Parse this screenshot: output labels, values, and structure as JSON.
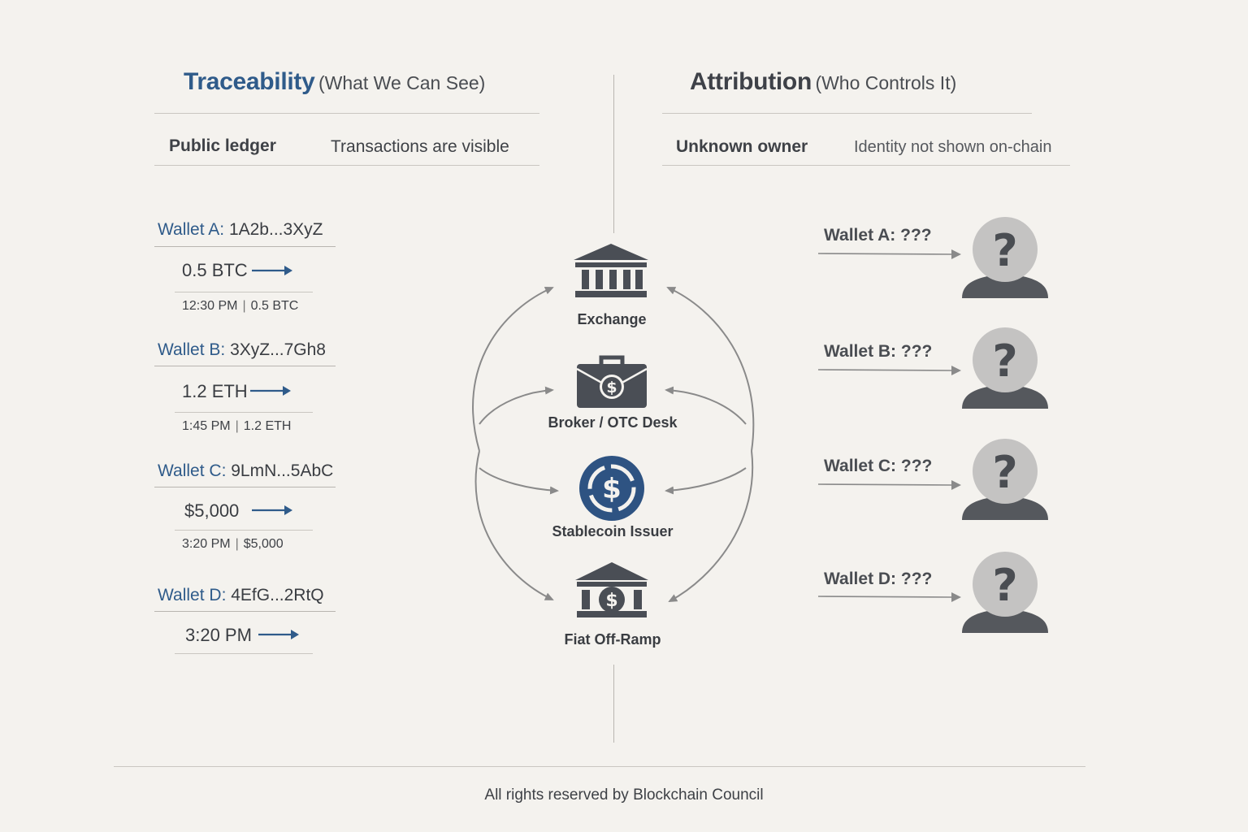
{
  "traceability": {
    "title": "Traceability",
    "subtitle": "(What We Can See)",
    "header_left": "Public ledger",
    "header_right": "Transactions are visible",
    "wallets": [
      {
        "label": "Wallet A:",
        "address": "1A2b...3XyZ",
        "amount": "0.5 BTC",
        "time": "12:30 PM",
        "detail": "0.5 BTC"
      },
      {
        "label": "Wallet B:",
        "address": "3XyZ...7Gh8",
        "amount": "1.2 ETH",
        "time": "1:45 PM",
        "detail": "1.2 ETH"
      },
      {
        "label": "Wallet C:",
        "address": "9LmN...5AbC",
        "amount": "$5,000",
        "time": "3:20 PM",
        "detail": "$5,000"
      },
      {
        "label": "Wallet D:",
        "address": "4EfG...2RtQ",
        "amount": "3:20 PM"
      }
    ]
  },
  "attribution": {
    "title": "Attribution",
    "subtitle": "(Who Controls It)",
    "header_left": "Unknown owner",
    "header_right": "Identity not shown on-chain",
    "wallets": [
      {
        "label": "Wallet A: ???"
      },
      {
        "label": "Wallet B: ???"
      },
      {
        "label": "Wallet C: ???"
      },
      {
        "label": "Wallet D: ???"
      }
    ]
  },
  "nodes": [
    {
      "label": "Exchange",
      "icon": "bank-icon"
    },
    {
      "label": "Broker / OTC Desk",
      "icon": "briefcase-dollar-icon"
    },
    {
      "label": "Stablecoin Issuer",
      "icon": "dollar-coin-icon"
    },
    {
      "label": "Fiat Off-Ramp",
      "icon": "bank-dollar-icon"
    }
  ],
  "footer": "All rights reserved by Blockchain Council",
  "colors": {
    "background": "#f4f2ee",
    "accent_blue": "#2f5b8a",
    "icon_dark": "#4a4e55",
    "avatar_gray": "#c2c2c2",
    "arrow_gray": "#8a8a8a"
  }
}
